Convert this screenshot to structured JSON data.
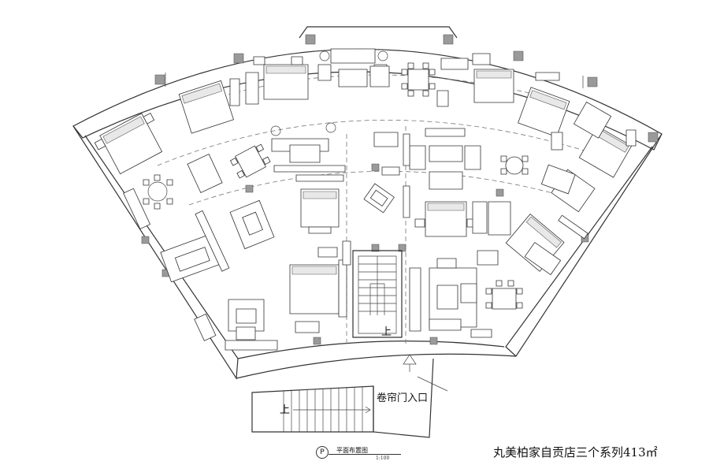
{
  "plan": {
    "title": "平面布置图",
    "scale": "1:100",
    "symbol": "P",
    "caption": "丸美柏家自贡店三个系列413㎡",
    "entrance_label": "卷帘门入口",
    "stair_up_label_1": "上",
    "stair_up_label_2": "上"
  }
}
